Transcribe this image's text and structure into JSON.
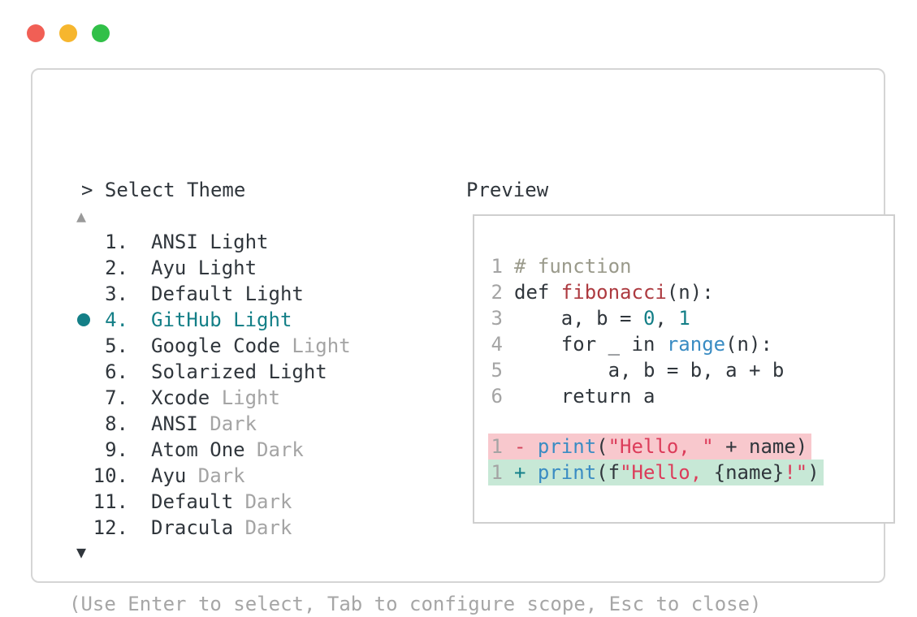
{
  "window": {
    "traffic_lights": [
      {
        "name": "close-button",
        "color": "#f15f55"
      },
      {
        "name": "minimize-button",
        "color": "#f6b62e"
      },
      {
        "name": "zoom-button",
        "color": "#31c048"
      }
    ]
  },
  "dialog": {
    "title": "> Select Theme",
    "scroll_up_glyph": "▲",
    "scroll_down_glyph": "▼",
    "footer_hint": "(Use Enter to select, Tab to configure scope, Esc to close)"
  },
  "theme_list": {
    "selected_number": "4.",
    "items": [
      {
        "number": "1.",
        "name": "ANSI Light",
        "variant": "",
        "selected": false
      },
      {
        "number": "2.",
        "name": "Ayu Light",
        "variant": "",
        "selected": false
      },
      {
        "number": "3.",
        "name": "Default Light",
        "variant": "",
        "selected": false
      },
      {
        "number": "4.",
        "name": "GitHub Light",
        "variant": "",
        "selected": true
      },
      {
        "number": "5.",
        "name": "Google Code ",
        "variant": "Light",
        "selected": false
      },
      {
        "number": "6.",
        "name": "Solarized Light",
        "variant": "",
        "selected": false
      },
      {
        "number": "7.",
        "name": "Xcode ",
        "variant": "Light",
        "selected": false
      },
      {
        "number": "8.",
        "name": "ANSI ",
        "variant": "Dark",
        "selected": false
      },
      {
        "number": "9.",
        "name": "Atom One ",
        "variant": "Dark",
        "selected": false
      },
      {
        "number": "10.",
        "name": "Ayu ",
        "variant": "Dark",
        "selected": false
      },
      {
        "number": "11.",
        "name": "Default ",
        "variant": "Dark",
        "selected": false
      },
      {
        "number": "12.",
        "name": "Dracula ",
        "variant": "Dark",
        "selected": false
      }
    ]
  },
  "preview": {
    "label": "Preview",
    "code_lines": [
      {
        "num": "1",
        "tokens": [
          {
            "t": "# function",
            "c": "comment"
          }
        ]
      },
      {
        "num": "2",
        "tokens": [
          {
            "t": "def ",
            "c": "text"
          },
          {
            "t": "fibonacci",
            "c": "fn"
          },
          {
            "t": "(n):",
            "c": "text"
          }
        ]
      },
      {
        "num": "3",
        "tokens": [
          {
            "t": "    a, b = ",
            "c": "text"
          },
          {
            "t": "0",
            "c": "num"
          },
          {
            "t": ", ",
            "c": "text"
          },
          {
            "t": "1",
            "c": "num"
          }
        ]
      },
      {
        "num": "4",
        "tokens": [
          {
            "t": "    for _ in ",
            "c": "text"
          },
          {
            "t": "range",
            "c": "builtin"
          },
          {
            "t": "(n):",
            "c": "text"
          }
        ]
      },
      {
        "num": "5",
        "tokens": [
          {
            "t": "        a, b = b, a + b",
            "c": "text"
          }
        ]
      },
      {
        "num": "6",
        "tokens": [
          {
            "t": "    return a",
            "c": "text"
          }
        ]
      }
    ],
    "diff_lines": [
      {
        "num": "1",
        "kind": "removed",
        "tokens": [
          {
            "t": "-",
            "c": "minus"
          },
          {
            "t": " ",
            "c": "text"
          },
          {
            "t": "print",
            "c": "builtin"
          },
          {
            "t": "(",
            "c": "text"
          },
          {
            "t": "\"Hello, \"",
            "c": "string"
          },
          {
            "t": " + name)",
            "c": "text"
          }
        ]
      },
      {
        "num": "1",
        "kind": "added",
        "tokens": [
          {
            "t": "+",
            "c": "plus"
          },
          {
            "t": " ",
            "c": "text"
          },
          {
            "t": "print",
            "c": "builtin"
          },
          {
            "t": "(f",
            "c": "text"
          },
          {
            "t": "\"Hello, ",
            "c": "string"
          },
          {
            "t": "{name}",
            "c": "text"
          },
          {
            "t": "!\"",
            "c": "string"
          },
          {
            "t": ")",
            "c": "text"
          }
        ]
      }
    ]
  },
  "colors": {
    "text": "#30363c",
    "muted": "#a4a4a4",
    "muted2": "#a6a6a6",
    "accent": "#147f87",
    "comment": "#9a9a8b",
    "fn": "#ad3a40",
    "string": "#dc3c5a",
    "builtin": "#3a8cc3",
    "minus": "#d5455a",
    "plus": "#14808a",
    "removed_bg": "#f8c8cd",
    "added_bg": "#c7e8d6"
  }
}
